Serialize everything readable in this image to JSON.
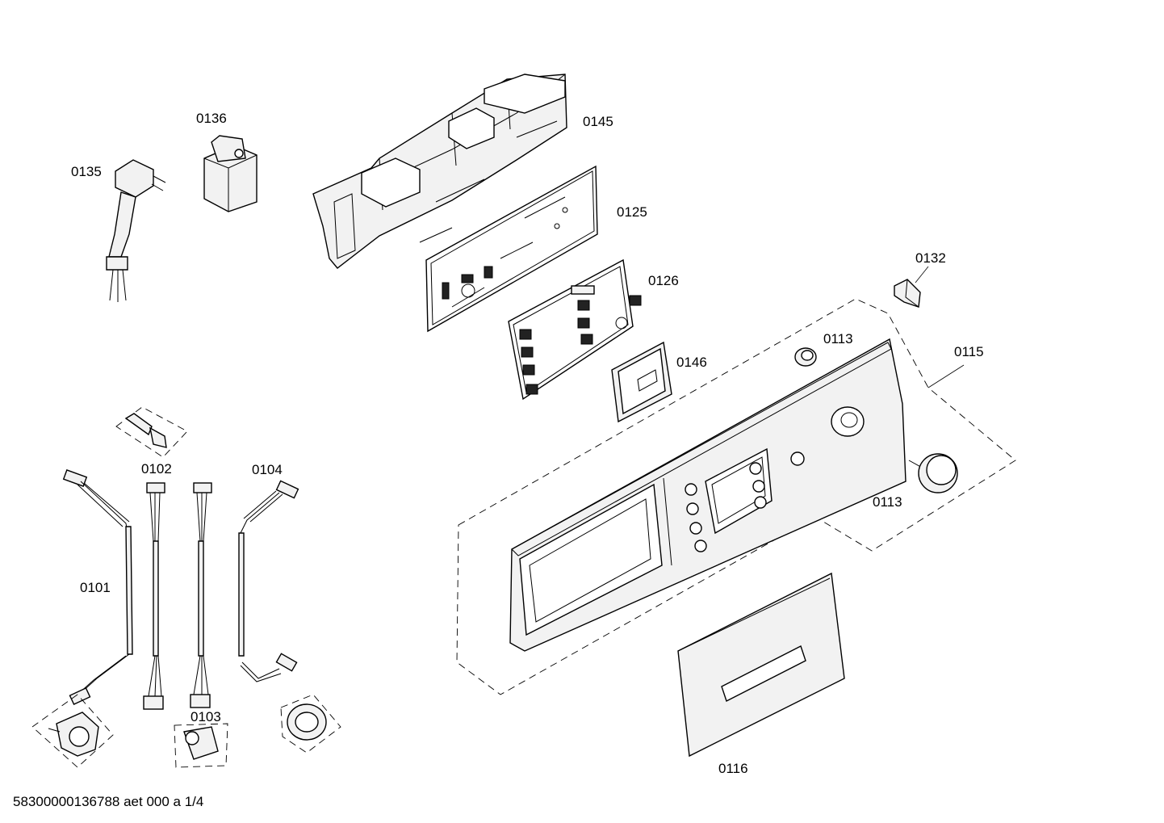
{
  "parts": {
    "p0135": "0135",
    "p0136": "0136",
    "p0145": "0145",
    "p0125": "0125",
    "p0126": "0126",
    "p0132": "0132",
    "p0113a": "0113",
    "p0146": "0146",
    "p0115": "0115",
    "p0113b": "0113",
    "p0102": "0102",
    "p0104": "0104",
    "p0101": "0101",
    "p0103": "0103",
    "p0116": "0116"
  },
  "footer": "58300000136788 aet 000 a 1/4"
}
